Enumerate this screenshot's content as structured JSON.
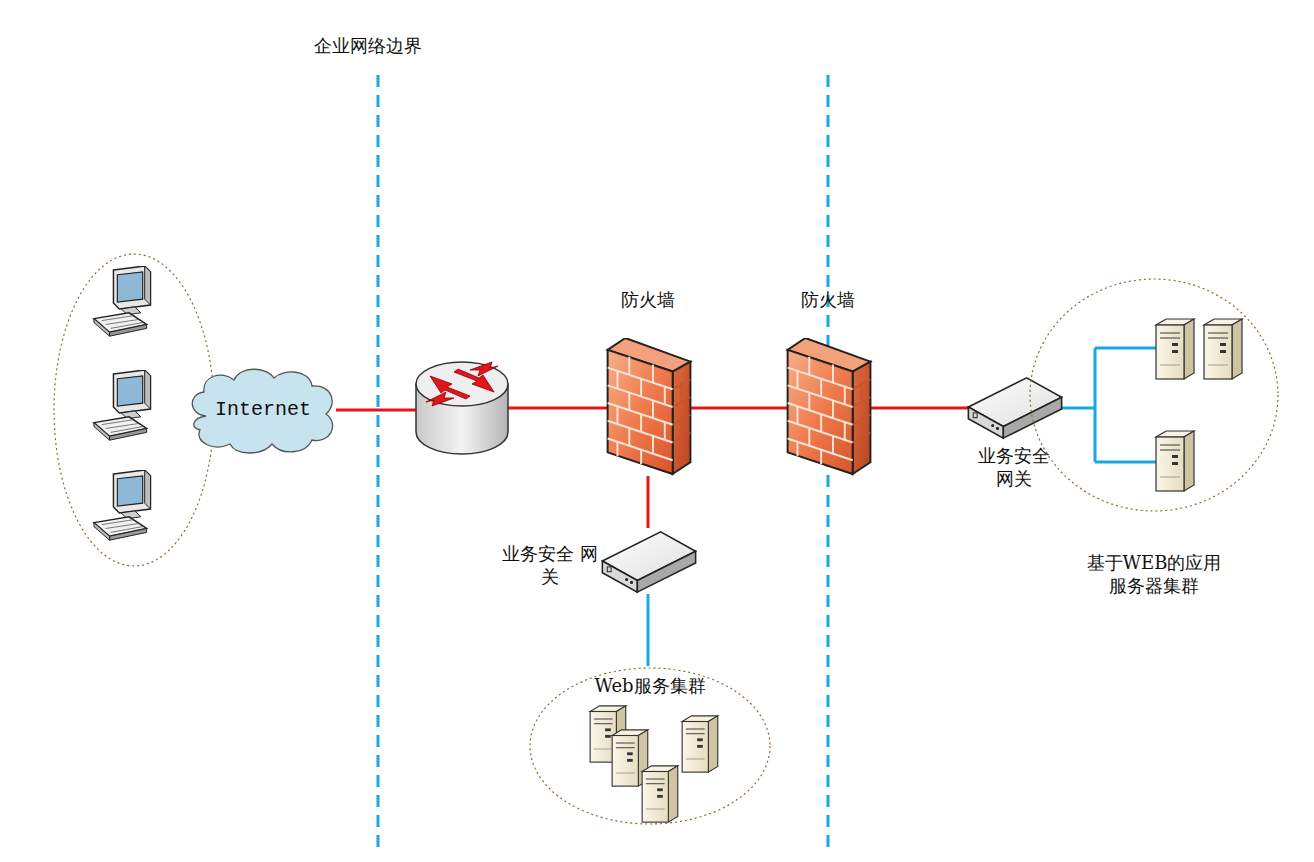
{
  "diagram": {
    "nodes": [
      {
        "text": [
          "Internet"
        ]
      },
      {
        "text": [
          "防火墙"
        ]
      },
      {
        "text": [
          "业务安全 网关"
        ]
      },
      {
        "text": [
          "Web服务集群"
        ]
      },
      {
        "text": [
          "防火墙"
        ]
      },
      {
        "text": [
          "业务安全 网关"
        ]
      },
      {
        "text": [
          "基于WEB的应用 服务器集群"
        ]
      }
    ],
    "edges": [
      {
        "from": 1,
        "to": 4,
        "arrow": "none"
      },
      {
        "from": 1,
        "to": 2,
        "arrow": "none"
      },
      {
        "from": 2,
        "to": 3,
        "arrow": "none"
      },
      {
        "from": 4,
        "to": 5,
        "arrow": "none"
      },
      {
        "from": 5,
        "to": 6,
        "arrow": "none"
      }
    ],
    "labels": [
      "企业网络边界"
    ]
  }
}
